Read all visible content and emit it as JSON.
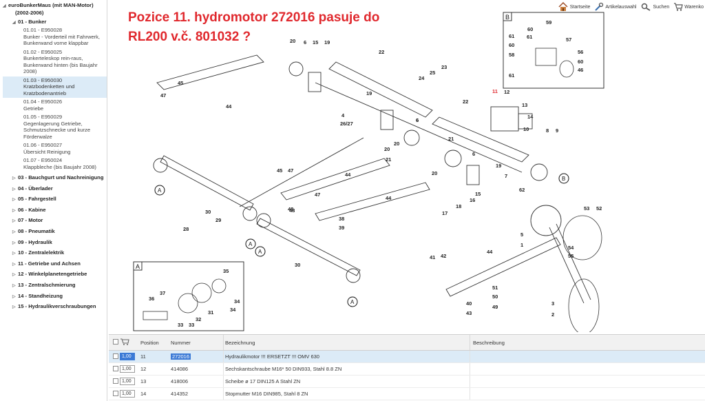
{
  "sidebar": {
    "root_label": "euroBunkerMaus (mit MAN-Motor)",
    "root_years": "(2002-2006)",
    "section_01": "01 - Bunker",
    "subitems": [
      {
        "code": "01.01 - E950028",
        "desc": "Bunker - Vorderteil mit Fahrwerk, Bunkerwand vorne klappbar"
      },
      {
        "code": "01.02 - E950025",
        "desc": "Bunkerteleskop rein-raus, Bunkerwand hinten (bis Baujahr 2008)"
      },
      {
        "code": "01.03 - E950030",
        "desc": "Kratzbodenketten und Kratzbodenantrieb"
      },
      {
        "code": "01.04 - E950026",
        "desc": "Getriebe"
      },
      {
        "code": "01.05 - E950029",
        "desc": "Gegenlagerung Getriebe, Schmutzschnecke und kurze Förderwalze"
      },
      {
        "code": "01.06 - E950027",
        "desc": "Übersicht Reinigung"
      },
      {
        "code": "01.07 - E950024",
        "desc": "Klappbleche (bis Baujahr 2008)"
      }
    ],
    "sections": [
      "03 - Bauchgurt und Nachreinigung",
      "04 - Überlader",
      "05 - Fahrgestell",
      "06 - Kabine",
      "07 - Motor",
      "08 - Pneumatik",
      "09 - Hydraulik",
      "10 - Zentralelektrik",
      "11 - Getriebe und Achsen",
      "12 - Winkelplanetengetriebe",
      "13 - Zentralschmierung",
      "14 - Standheizung",
      "15 - Hydraulikverschraubungen"
    ]
  },
  "toolbar": {
    "startseite": "Startseite",
    "artikelauswahl": "Artikelauswahl",
    "suchen": "Suchen",
    "warenkorb": "Warenko"
  },
  "question": {
    "line1": "Pozice 11. hydromotor 272016 pasuje do",
    "line2": "RL200 v.č. 801032 ?"
  },
  "diagram": {
    "callout_b": "B",
    "callout_a": "A",
    "labels_main": [
      "20",
      "6",
      "15",
      "19",
      "22",
      "25",
      "23",
      "24",
      "4",
      "26/27",
      "19",
      "6",
      "22",
      "11",
      "12",
      "13",
      "14",
      "10",
      "20",
      "6",
      "20",
      "21",
      "21",
      "6",
      "19",
      "20",
      "45",
      "47",
      "44",
      "44",
      "48",
      "47",
      "30",
      "29",
      "38",
      "39",
      "28",
      "7",
      "15",
      "16",
      "18",
      "17",
      "8",
      "9",
      "62",
      "53",
      "52",
      "54",
      "55",
      "5",
      "1",
      "41",
      "42",
      "44",
      "51",
      "50",
      "49",
      "40",
      "43",
      "30",
      "48",
      "44",
      "45",
      "47",
      "3",
      "2"
    ],
    "labels_b": [
      "59",
      "60",
      "61",
      "57",
      "61",
      "60",
      "58",
      "56",
      "60",
      "46",
      "61"
    ],
    "labels_a": [
      "36",
      "37",
      "33",
      "32",
      "31",
      "34",
      "34",
      "35",
      "33"
    ]
  },
  "table": {
    "headers": {
      "position": "Position",
      "nummer": "Nummer",
      "bezeichnung": "Bezeichnung",
      "beschreibung": "Beschreibung"
    },
    "rows": [
      {
        "qty": "1,00",
        "pos": "11",
        "num": "272016",
        "desc": "Hydraulikmotor !!! ERSETZT !!! OMV 630",
        "selected": true
      },
      {
        "qty": "1,00",
        "pos": "12",
        "num": "414086",
        "desc": "Sechskantschraube M16* 50 DIN933, Stahl 8.8 ZN",
        "selected": false
      },
      {
        "qty": "1,00",
        "pos": "13",
        "num": "418006",
        "desc": "Scheibe ø 17 DIN125 A Stahl ZN",
        "selected": false
      },
      {
        "qty": "1,00",
        "pos": "14",
        "num": "414352",
        "desc": "Stopmutter M16 DIN985, Stahl 8 ZN",
        "selected": false
      }
    ]
  },
  "colors": {
    "accent_red": "#e0282d",
    "selection_blue": "#dcebf7",
    "highlight_blue": "#3b7ad6"
  }
}
